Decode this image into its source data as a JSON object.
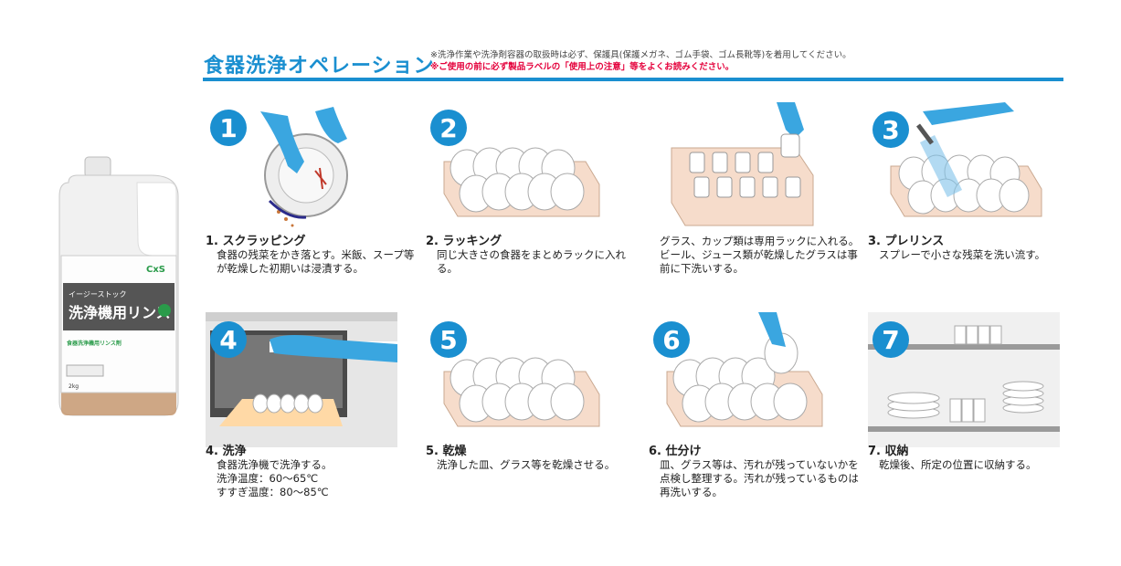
{
  "header": {
    "title": "食器洗浄オペレーション",
    "note1": "※洗浄作業や洗浄剤容器の取扱時は必ず、保護具(保護メガネ、ゴム手袋、ゴム長靴等)を着用してください。",
    "note2": "※ご使用の前に必ず製品ラベルの「使用上の注意」等をよくお読みください。"
  },
  "product": {
    "brand": "CxS",
    "series": "イージーストック",
    "name": "洗浄機用リンス",
    "category": "食器洗浄機用リンス剤",
    "weight": "2kg"
  },
  "steps": [
    {
      "number": "1",
      "head": "1. スクラッピング",
      "body": "食器の残菜をかき落とす。米飯、スープ等が乾燥した初期いは浸漬する。"
    },
    {
      "number": "2",
      "head": "2. ラッキング",
      "body": "同じ大きさの食器をまとめラックに入れる。"
    },
    {
      "number": "",
      "head": "",
      "body": "グラス、カップ類は専用ラックに入れる。ビール、ジュース類が乾燥したグラスは事前に下洗いする。"
    },
    {
      "number": "3",
      "head": "3. プレリンス",
      "body": "スプレーで小さな残菜を洗い流す。"
    },
    {
      "number": "4",
      "head": "4. 洗浄",
      "body": "食器洗浄機で洗浄する。",
      "extra1": "洗浄温度：60〜65℃",
      "extra2": "すすぎ温度：80〜85℃"
    },
    {
      "number": "5",
      "head": "5. 乾燥",
      "body": "洗浄した皿、グラス等を乾燥させる。"
    },
    {
      "number": "6",
      "head": "6. 仕分け",
      "body": "皿、グラス等は、汚れが残っていないかを点検し整理する。汚れが残っているものは再洗いする。"
    },
    {
      "number": "7",
      "head": "7. 収納",
      "body": "乾燥後、所定の位置に収納する。"
    }
  ],
  "colors": {
    "accent": "#1a8fd0",
    "warning": "#e4003b",
    "glove": "#3aa6e0",
    "rack": "#f6dccb"
  }
}
